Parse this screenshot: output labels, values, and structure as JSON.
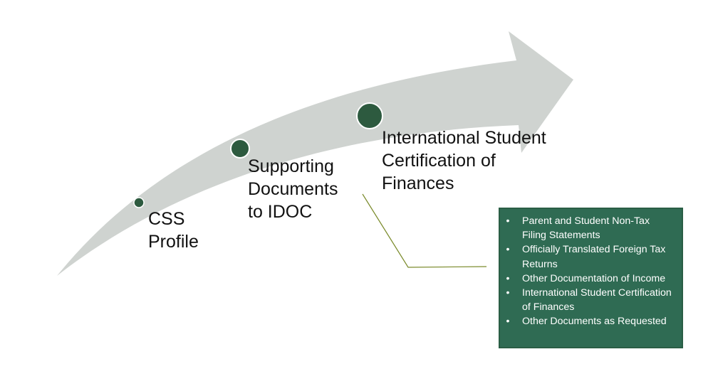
{
  "steps": [
    {
      "name": "css-profile",
      "lines": [
        "CSS",
        "Profile"
      ]
    },
    {
      "name": "supporting-documents",
      "lines": [
        "Supporting",
        "Documents",
        "to IDOC"
      ]
    },
    {
      "name": "international-student",
      "lines": [
        "International Student",
        "Certification of",
        "Finances"
      ]
    }
  ],
  "callout": {
    "items": [
      "Parent and Student Non-Tax Filing Statements",
      "Officially Translated Foreign Tax Returns",
      "Other Documentation of Income",
      "International Student Certification of Finances",
      "Other Documents as Requested"
    ]
  },
  "colors": {
    "arrow": "#cfd3d0",
    "dot": "#2d5a3f",
    "callout_bg": "#2f6b53",
    "connector": "#7a8a2a"
  }
}
